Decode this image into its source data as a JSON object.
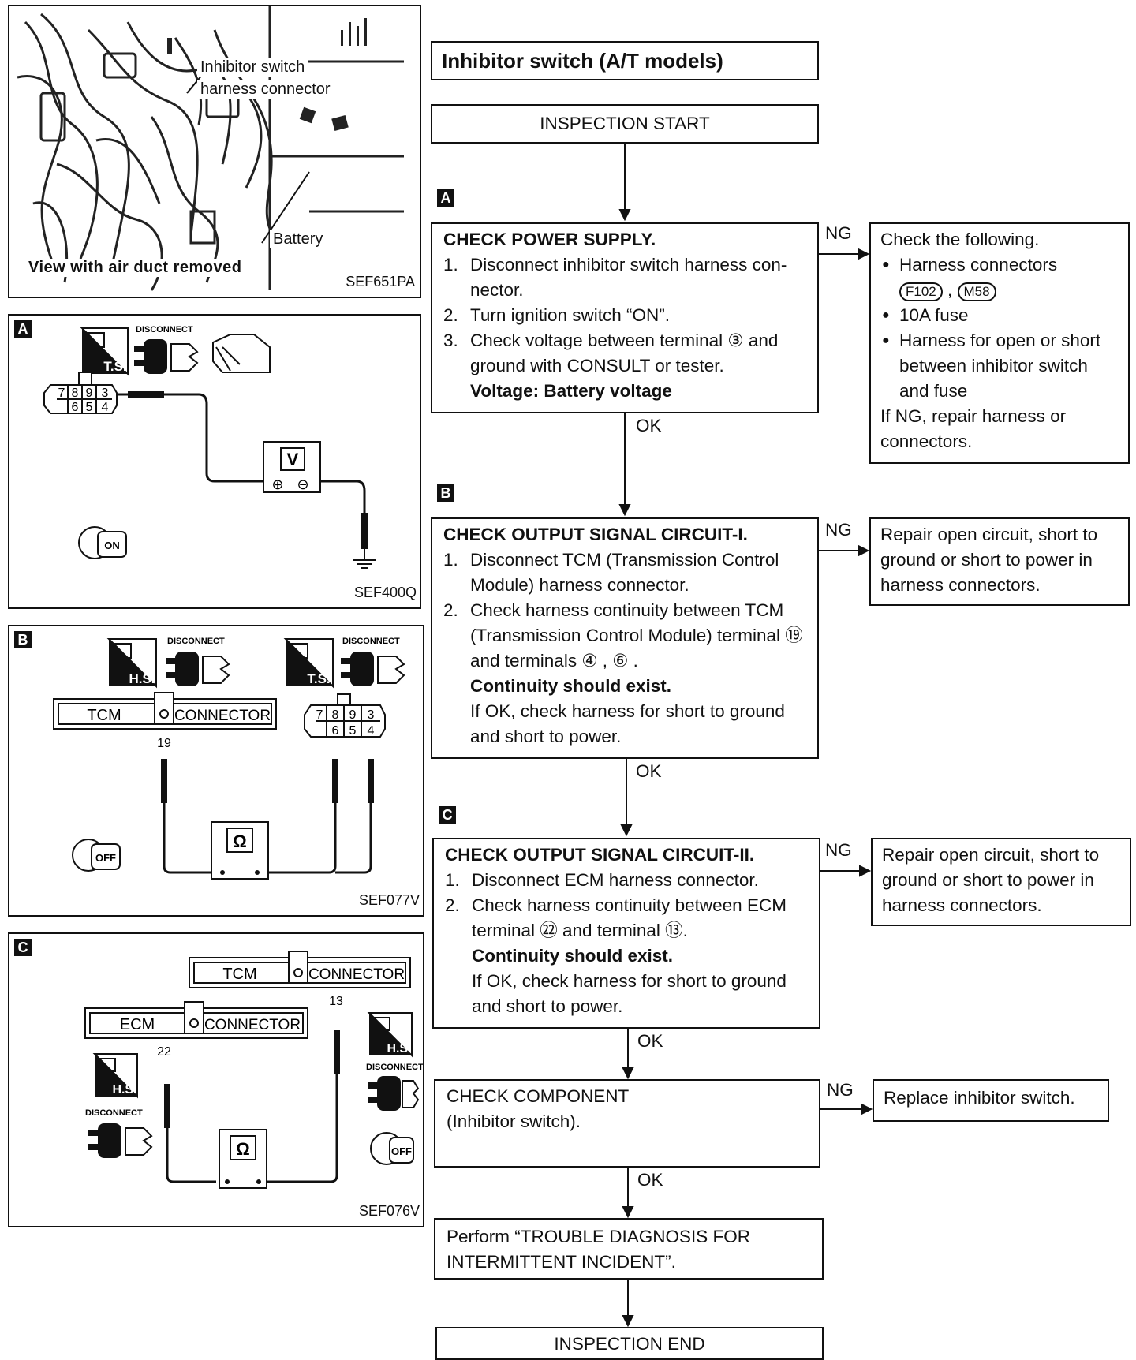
{
  "photo": {
    "label_inhibitor": "Inhibitor switch",
    "label_harness": "harness connector",
    "label_battery": "Battery",
    "caption": "View with air duct removed",
    "code": "SEF651PA"
  },
  "panel_a": {
    "letter": "A",
    "disconnect": "DISCONNECT",
    "ts": "T.S.",
    "pins_top": [
      "7",
      "8",
      "9",
      "3"
    ],
    "pins_bottom": [
      "6",
      "5",
      "4"
    ],
    "meter": "V",
    "plus": "⊕",
    "minus": "⊖",
    "key": "ON",
    "code": "SEF400Q"
  },
  "panel_b": {
    "letter": "B",
    "disconnect": "DISCONNECT",
    "hs": "H.S.",
    "ts": "T.S.",
    "tcm": "TCM",
    "connector": "CONNECTOR",
    "terminal": "19",
    "pins_top": [
      "7",
      "8",
      "9",
      "3"
    ],
    "pins_bottom": [
      "6",
      "5",
      "4"
    ],
    "meter": "Ω",
    "key": "OFF",
    "code": "SEF077V"
  },
  "panel_c": {
    "letter": "C",
    "disconnect": "DISCONNECT",
    "hs": "H.S.",
    "tcm": "TCM",
    "ecm": "ECM",
    "connector": "CONNECTOR",
    "terminal_13": "13",
    "terminal_22": "22",
    "meter": "Ω",
    "key": "OFF",
    "code": "SEF076V"
  },
  "flow": {
    "title": "Inhibitor switch (A/T models)",
    "start": "INSPECTION START",
    "end": "INSPECTION END",
    "ok": "OK",
    "ng": "NG",
    "step_a": {
      "letter": "A",
      "heading": "CHECK POWER SUPPLY.",
      "items": [
        {
          "n": "1.",
          "text": "Disconnect inhibitor switch harness con-nector."
        },
        {
          "n": "2.",
          "text": "Turn ignition switch “ON”."
        },
        {
          "n": "3.",
          "text": "Check voltage between terminal ③  and ground with CONSULT or tester."
        }
      ],
      "spec": "Voltage: Battery voltage",
      "ng_heading": "Check the following.",
      "ng_items": [
        "Harness connectors",
        "10A fuse",
        "Harness for open or short between inhibitor switch and fuse"
      ],
      "ng_codes": [
        "F102",
        "M58"
      ],
      "ng_footer": "If NG, repair harness or connectors."
    },
    "step_b": {
      "letter": "B",
      "heading": "CHECK OUTPUT SIGNAL CIRCUIT-I.",
      "items": [
        {
          "n": "1.",
          "text": "Disconnect TCM (Transmission Control Module) harness connector."
        },
        {
          "n": "2.",
          "text": "Check harness continuity between TCM (Transmission Control Module) terminal ⑲ and terminals ④ , ⑥ ."
        }
      ],
      "spec": "Continuity should exist.",
      "note": "If OK, check harness for short to ground and short to power.",
      "ng_text": "Repair open circuit, short to ground or short to power in harness connectors."
    },
    "step_c": {
      "letter": "C",
      "heading": "CHECK OUTPUT SIGNAL CIRCUIT-II.",
      "items": [
        {
          "n": "1.",
          "text": "Disconnect ECM harness connector."
        },
        {
          "n": "2.",
          "text": "Check harness continuity between ECM terminal ㉒ and terminal ⑬."
        }
      ],
      "spec": "Continuity should exist.",
      "note": "If OK, check harness for short to ground and short to power.",
      "ng_text": "Repair open circuit, short to ground or short to power in harness connectors."
    },
    "step_d": {
      "heading": "CHECK COMPONENT",
      "sub": "(Inhibitor switch).",
      "ng_text": "Replace inhibitor switch."
    },
    "perform": "Perform “TROUBLE DIAGNOSIS FOR INTERMITTENT INCIDENT”."
  }
}
